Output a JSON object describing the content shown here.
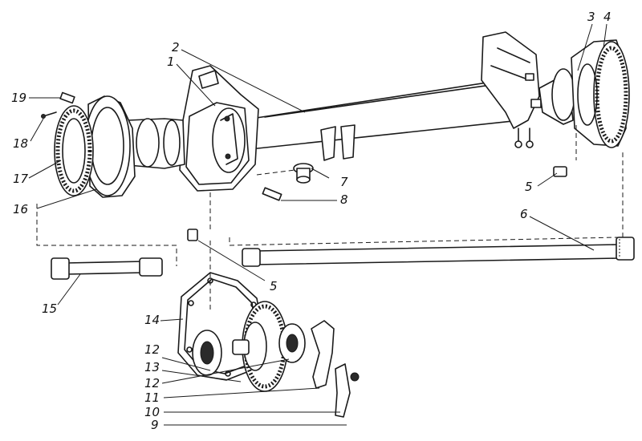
{
  "callouts": [
    {
      "id": "c1",
      "text": "1"
    },
    {
      "id": "c2",
      "text": "2"
    },
    {
      "id": "c3",
      "text": "3"
    },
    {
      "id": "c4",
      "text": "4"
    },
    {
      "id": "c5a",
      "text": "5"
    },
    {
      "id": "c5b",
      "text": "5"
    },
    {
      "id": "c6",
      "text": "6"
    },
    {
      "id": "c7",
      "text": "7"
    },
    {
      "id": "c8",
      "text": "8"
    },
    {
      "id": "c9",
      "text": "9"
    },
    {
      "id": "c10",
      "text": "10"
    },
    {
      "id": "c11",
      "text": "11"
    },
    {
      "id": "c12a",
      "text": "12"
    },
    {
      "id": "c12b",
      "text": "12"
    },
    {
      "id": "c13",
      "text": "13"
    },
    {
      "id": "c14",
      "text": "14"
    },
    {
      "id": "c15",
      "text": "15"
    },
    {
      "id": "c16",
      "text": "16"
    },
    {
      "id": "c17",
      "text": "17"
    },
    {
      "id": "c18",
      "text": "18"
    },
    {
      "id": "c19",
      "text": "19"
    }
  ]
}
